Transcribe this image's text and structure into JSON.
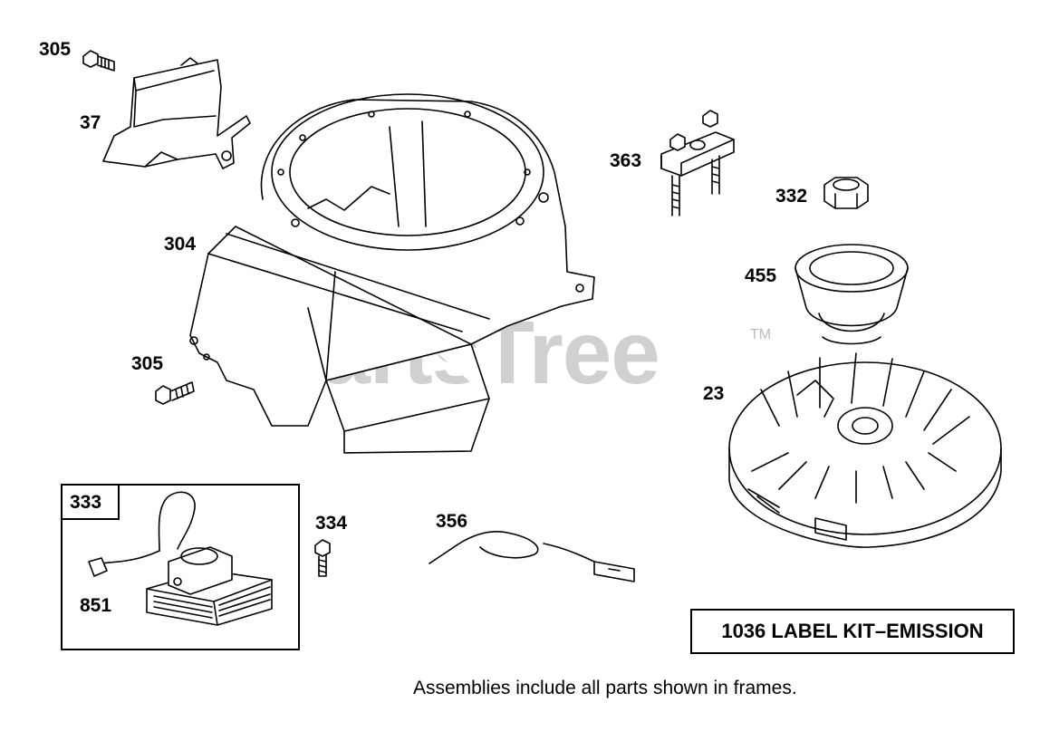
{
  "diagram": {
    "watermark": "PartsTree",
    "trademark": "TM",
    "labels": {
      "p305_top": "305",
      "p37": "37",
      "p304": "304",
      "p305_mid": "305",
      "p363": "363",
      "p332": "332",
      "p455": "455",
      "p23": "23",
      "p333": "333",
      "p851": "851",
      "p334": "334",
      "p356": "356"
    },
    "kit_label": "1036 LABEL KIT–EMISSION",
    "footnote": "Assemblies include all parts shown in frames.",
    "colors": {
      "line": "#000000",
      "watermark": "#c8c8c8",
      "background": "#ffffff"
    }
  }
}
